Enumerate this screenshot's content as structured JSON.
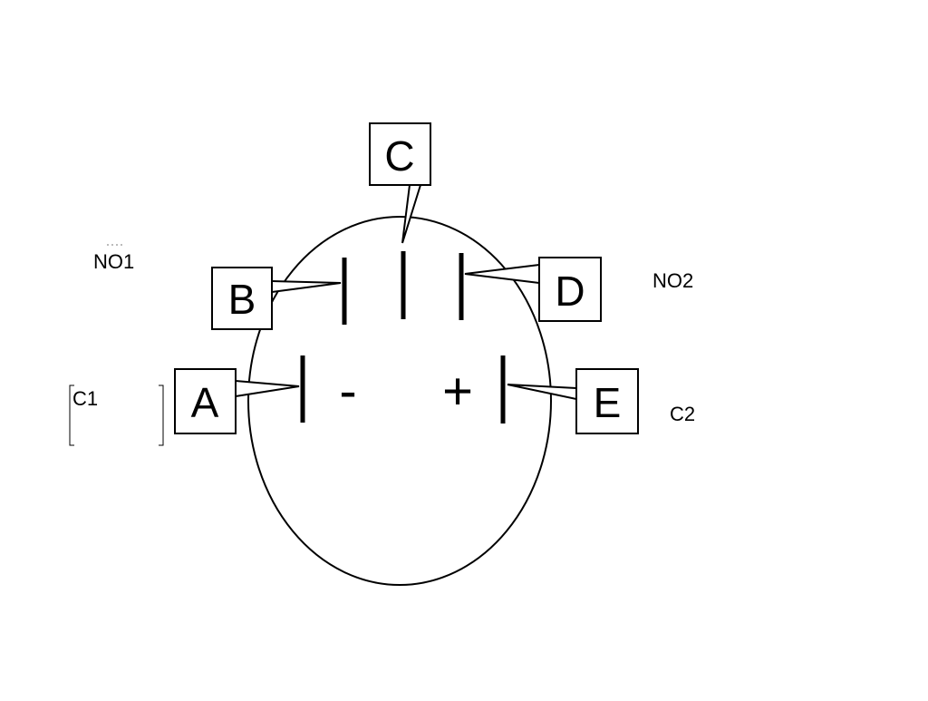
{
  "labels": {
    "no1": "NO1",
    "no2": "NO2",
    "c1": "C1",
    "c2": "C2"
  },
  "callouts": {
    "a": "A",
    "b": "B",
    "c": "C",
    "d": "D",
    "e": "E"
  },
  "polarity": {
    "negative": "-",
    "positive": "+"
  },
  "colors": {
    "line": "#000000",
    "background": "#ffffff"
  }
}
